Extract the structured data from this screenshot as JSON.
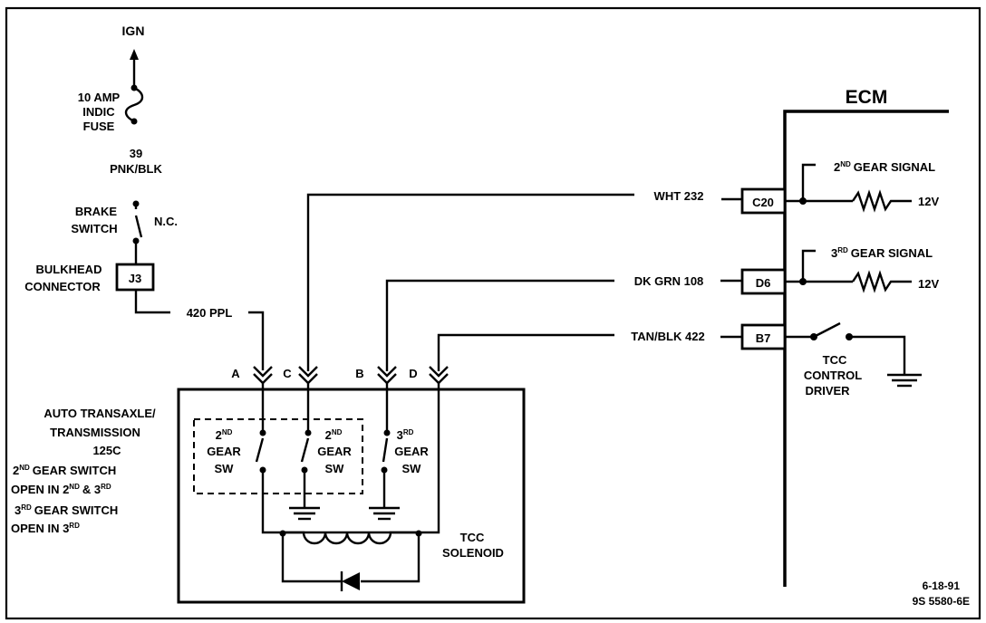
{
  "power": {
    "ign": "IGN",
    "fuse_l1": "10 AMP",
    "fuse_l2": "INDIC",
    "fuse_l3": "FUSE"
  },
  "wire_top": {
    "num": "39",
    "color": "PNK/BLK"
  },
  "brake": {
    "l1": "BRAKE",
    "l2": "SWITCH",
    "state": "N.C."
  },
  "bulkhead": {
    "l1": "BULKHEAD",
    "l2": "CONNECTOR",
    "pin": "J3"
  },
  "wires": {
    "ppl": "420 PPL",
    "wht": "WHT 232",
    "dkgrn": "DK GRN 108",
    "tanblk": "TAN/BLK 422"
  },
  "terminals": {
    "a": "A",
    "c": "C",
    "b": "B",
    "d": "D"
  },
  "ecm": {
    "title": "ECM",
    "pin_c20": "C20",
    "pin_d6": "D6",
    "pin_b7": "B7",
    "sig2_pre": "2",
    "sig2_sup": "ND",
    "sig2_post": "GEAR SIGNAL",
    "sig3_pre": "3",
    "sig3_sup": "RD",
    "sig3_post": "GEAR SIGNAL",
    "v1": "12V",
    "v2": "12V",
    "driver_l1": "TCC",
    "driver_l2": "CONTROL",
    "driver_l3": "DRIVER"
  },
  "transaxle": {
    "l1": "AUTO TRANSAXLE/",
    "l2": "TRANSMISSION",
    "l3": "125C",
    "n1_pre": "2",
    "n1_sup": "ND",
    "n1_post": "GEAR SWITCH",
    "n2_a": "OPEN IN 2",
    "n2_sup1": "ND",
    "n2_b": "& 3",
    "n2_sup2": "RD",
    "n3_pre": "3",
    "n3_sup": "RD",
    "n3_post": "GEAR SWITCH",
    "n4_a": "OPEN IN 3",
    "n4_sup": "RD"
  },
  "switches": {
    "s1_pre": "2",
    "s1_sup": "ND",
    "s1_gear": "GEAR",
    "s1_sw": "SW",
    "s2_pre": "2",
    "s2_sup": "ND",
    "s2_gear": "GEAR",
    "s2_sw": "SW",
    "s3_pre": "3",
    "s3_sup": "RD",
    "s3_gear": "GEAR",
    "s3_sw": "SW"
  },
  "solenoid": {
    "l1": "TCC",
    "l2": "SOLENOID"
  },
  "footer": {
    "date": "6-18-91",
    "code": "9S 5580-6E"
  }
}
